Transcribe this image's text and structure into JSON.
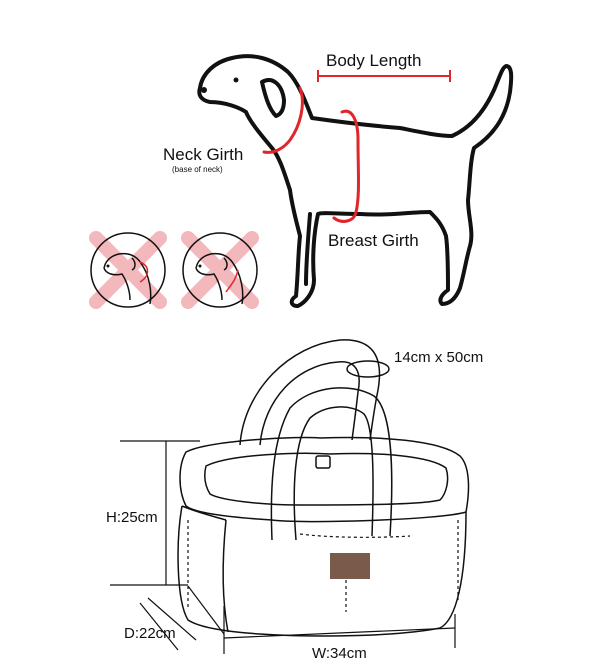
{
  "dog_diagram": {
    "body_length_label": "Body Length",
    "neck_girth_label": "Neck Girth",
    "neck_girth_note": "(base of neck)",
    "breast_girth_label": "Breast Girth"
  },
  "bag_diagram": {
    "handle_label": "14cm x 50cm",
    "height_label": "H:25cm",
    "depth_label": "D:22cm",
    "width_label": "W:34cm"
  },
  "colors": {
    "measure_red": "#e0262b",
    "wrong_cross": "#f3b8bb",
    "outline": "#111111",
    "patch_brown": "#7a5a4b"
  }
}
